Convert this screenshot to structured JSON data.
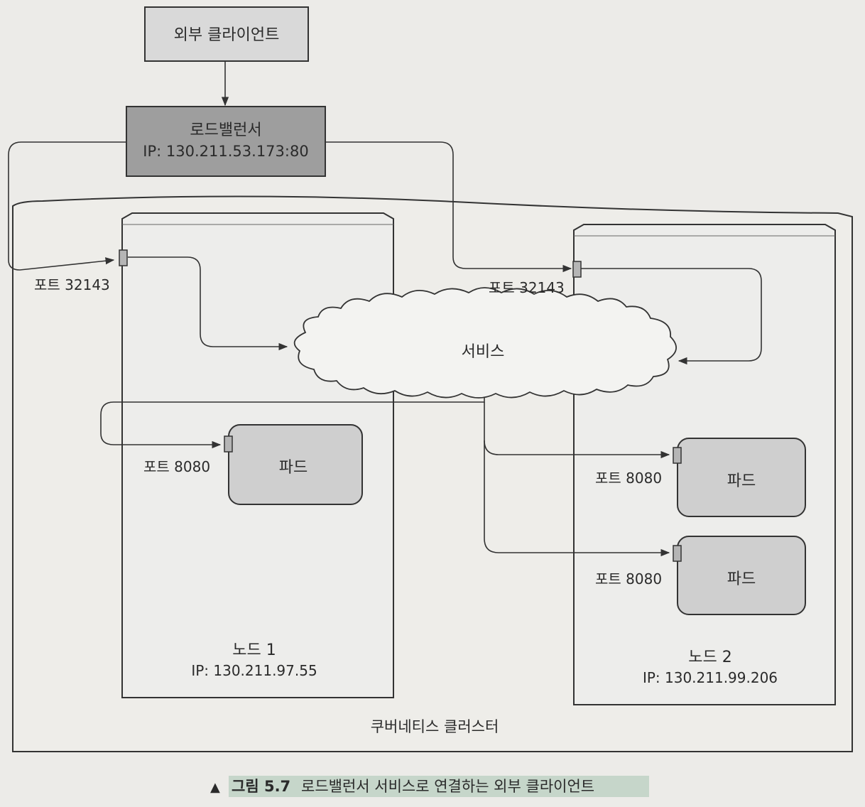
{
  "diagram": {
    "external_client": "외부 클라이언트",
    "load_balancer": {
      "name": "로드밸런서",
      "ip": "IP: 130.211.53.173:80"
    },
    "cluster_label": "쿠버네티스 클러스터",
    "service_label": "서비스",
    "node1": {
      "name": "노드 1",
      "ip": "IP: 130.211.97.55",
      "node_port": "포트 32143",
      "pod_port": "포트 8080",
      "pod": "파드"
    },
    "node2": {
      "name": "노드 2",
      "ip": "IP: 130.211.99.206",
      "node_port": "포트 32143",
      "pod_a_port": "포트 8080",
      "pod_a": "파드",
      "pod_b_port": "포트 8080",
      "pod_b": "파드"
    },
    "caption": {
      "marker": "▲",
      "number": "그림 5.7",
      "text": "로드밸런서 서비스로 연결하는 외부 클라이언트"
    },
    "colors": {
      "client_fill": "#d9d9d9",
      "lb_fill": "#9e9e9e",
      "node_fill": "#ededeb",
      "pod_fill": "#cfcfcf",
      "line": "#333333",
      "caption_highlight": "#b9cfc0"
    }
  }
}
